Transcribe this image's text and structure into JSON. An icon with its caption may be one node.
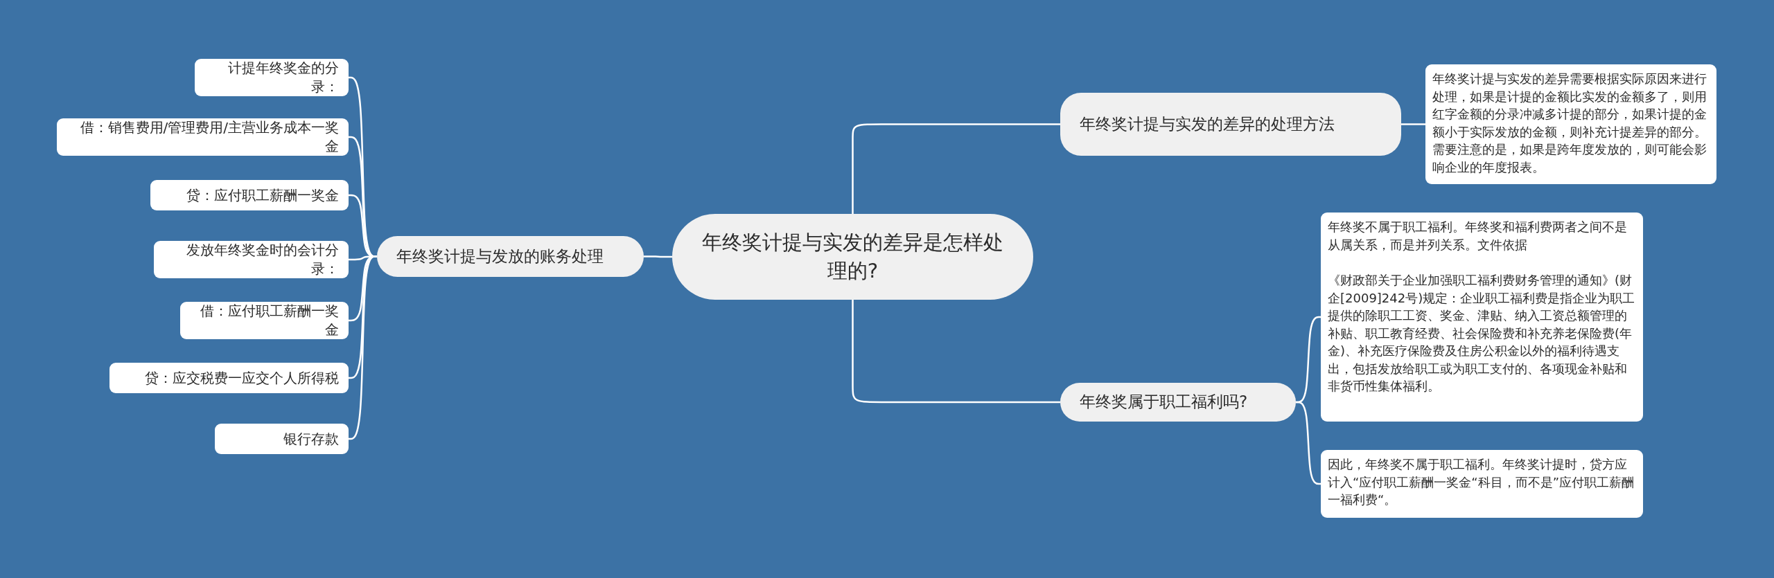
{
  "diagram": {
    "nodes": [
      {
        "text": [
          "年终奖计提与实发的差异是怎样处理的?"
        ]
      },
      {
        "text": [
          "年终奖计提与实发的差异的处理方法"
        ]
      },
      {
        "text": [
          "年终奖计提与实发的差异需要根据实际原因来进行处理，如果是计提的金额比实发的金额多了，则用红字金额的分录冲减多计提的部分，如果计提的金额小于实际发放的金额，则补充计提差异的部分。需要注意的是，如果是跨年度发放的，则可能会影响企业的年度报表。"
        ]
      },
      {
        "text": [
          "年终奖计提与发放的账务处理"
        ]
      },
      {
        "text": [
          "计提年终奖金的分录："
        ]
      },
      {
        "text": [
          "借：销售费用/管理费用/主营业务成本一奖金"
        ]
      },
      {
        "text": [
          "贷：应付职工薪酬一奖金"
        ]
      },
      {
        "text": [
          "发放年终奖金时的会计分录："
        ]
      },
      {
        "text": [
          "借：应付职工薪酬一奖金"
        ]
      },
      {
        "text": [
          "贷：应交税费一应交个人所得税"
        ]
      },
      {
        "text": [
          "银行存款"
        ]
      },
      {
        "text": [
          "年终奖属于职工福利吗?"
        ]
      },
      {
        "text": [
          "年终奖不属于职工福利。年终奖和福利费两者之间不是从属关系，而是并列关系。文件依据",
          "《财政部关于企业加强职工福利费财务管理的通知》(财企[2009]242号)规定：企业职工福利费是指企业为职工提供的除职工工资、奖金、津贴、纳入工资总额管理的补贴、职工教育经费、社会保险费和补充养老保险费(年金)、补充医疗保险费及住房公积金以外的福利待遇支出，包括发放给职工或为职工支付的、各项现金补贴和非货币性集体福利。"
        ]
      },
      {
        "text": [
          "因此，年终奖不属于职工福利。年终奖计提时，贷方应计入“应付职工薪酬一奖金“科目，而不是”应付职工薪酬一福利费“。"
        ]
      }
    ],
    "edges": [
      {
        "from": 0,
        "to": 1,
        "arrow": "none"
      },
      {
        "from": 1,
        "to": 2,
        "arrow": "none"
      },
      {
        "from": 0,
        "to": 3,
        "arrow": "none"
      },
      {
        "from": 3,
        "to": 4,
        "arrow": "none"
      },
      {
        "from": 3,
        "to": 5,
        "arrow": "none"
      },
      {
        "from": 3,
        "to": 6,
        "arrow": "none"
      },
      {
        "from": 3,
        "to": 7,
        "arrow": "none"
      },
      {
        "from": 3,
        "to": 8,
        "arrow": "none"
      },
      {
        "from": 3,
        "to": 9,
        "arrow": "none"
      },
      {
        "from": 3,
        "to": 10,
        "arrow": "none"
      },
      {
        "from": 0,
        "to": 11,
        "arrow": "none"
      },
      {
        "from": 11,
        "to": 12,
        "arrow": "none"
      },
      {
        "from": 11,
        "to": 13,
        "arrow": "none"
      }
    ]
  }
}
